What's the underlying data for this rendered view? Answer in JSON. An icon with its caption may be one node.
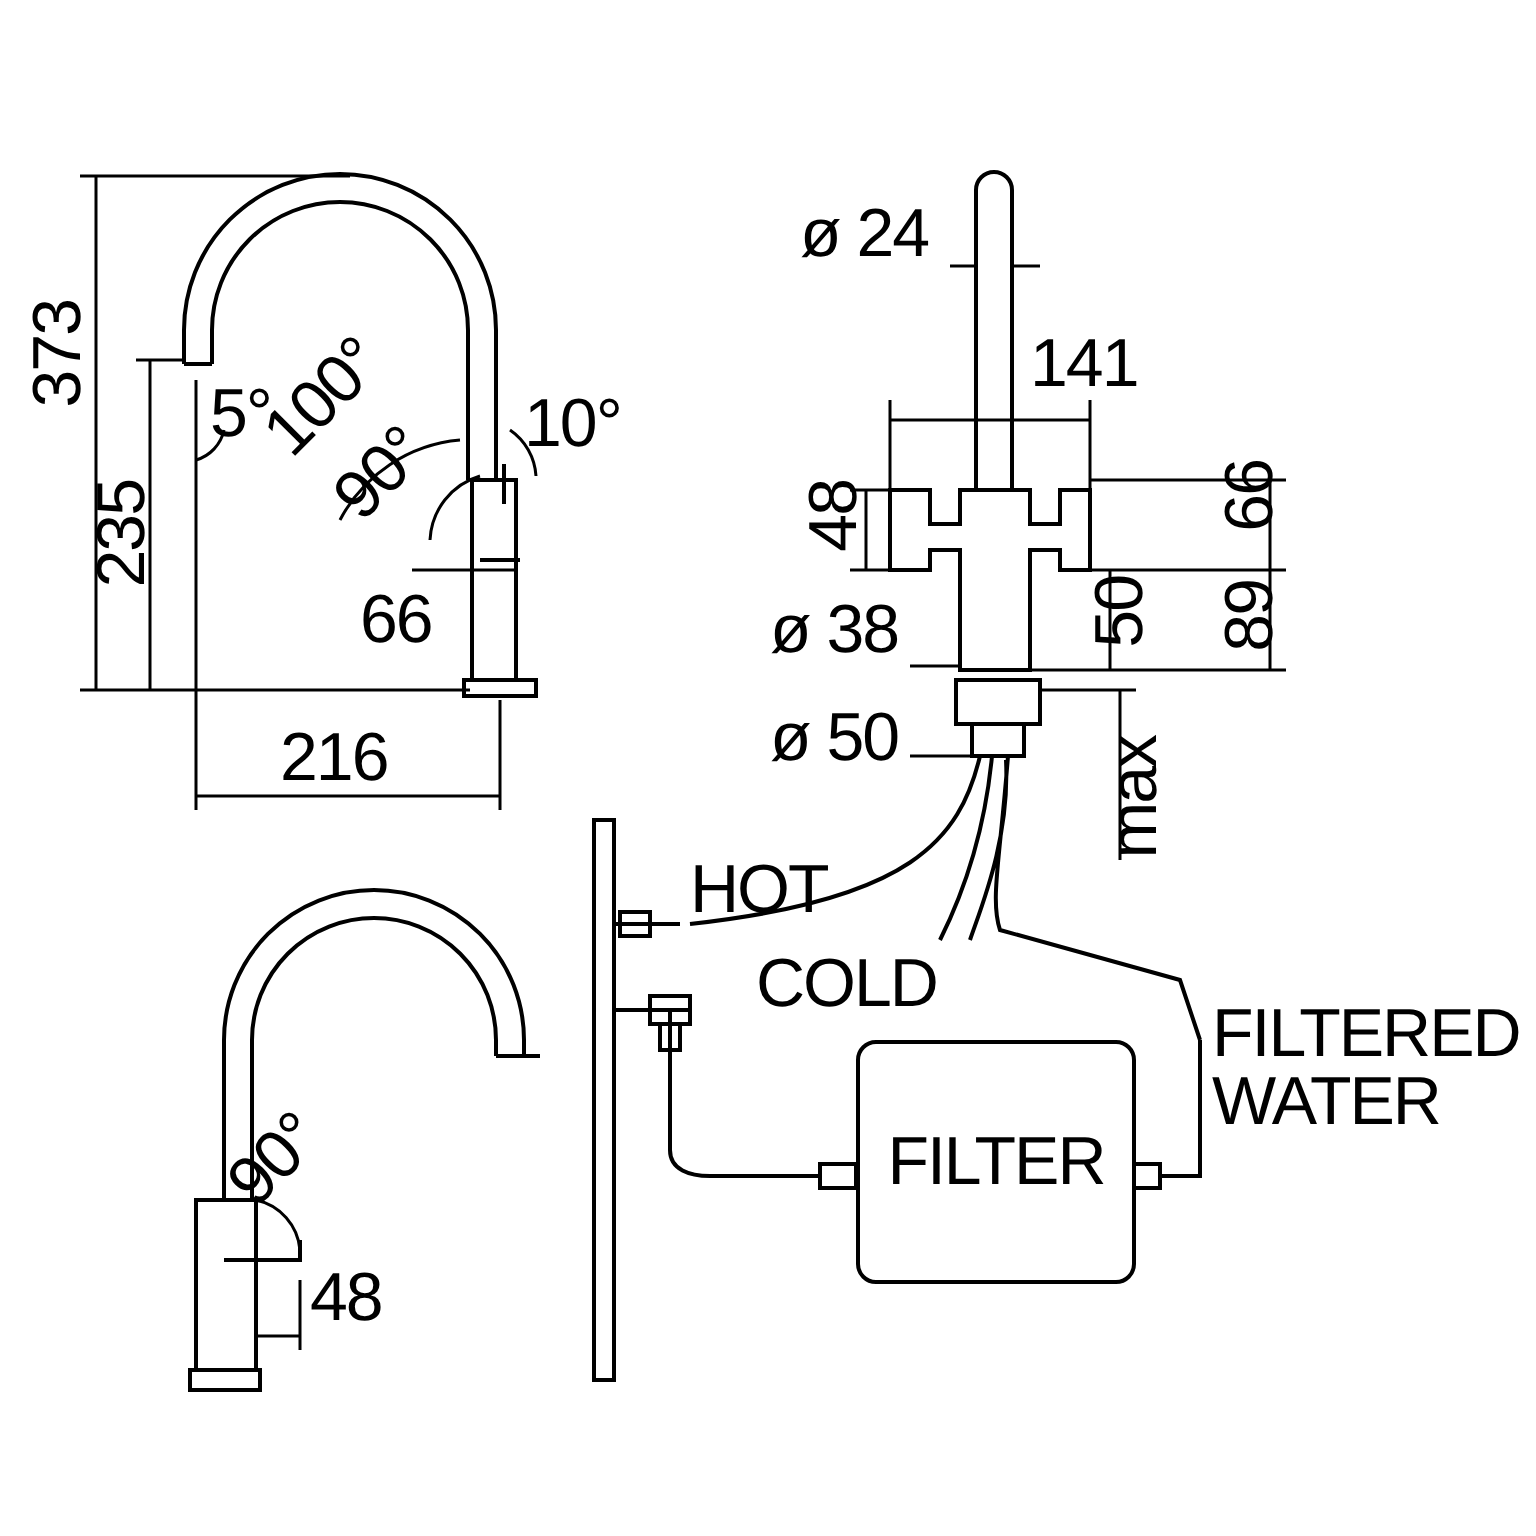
{
  "diagram": {
    "nodes": [
      {
        "text": [
          "FILTER"
        ]
      }
    ],
    "labels": [
      "373",
      "235",
      "5°",
      "100°",
      "90°",
      "10°",
      "66",
      "216",
      "ø 24",
      "141",
      "48",
      "66",
      "ø 38",
      "50",
      "89",
      "ø 50",
      "max",
      "HOT",
      "COLD",
      "FILTERED WATER",
      "90°",
      "48"
    ]
  }
}
